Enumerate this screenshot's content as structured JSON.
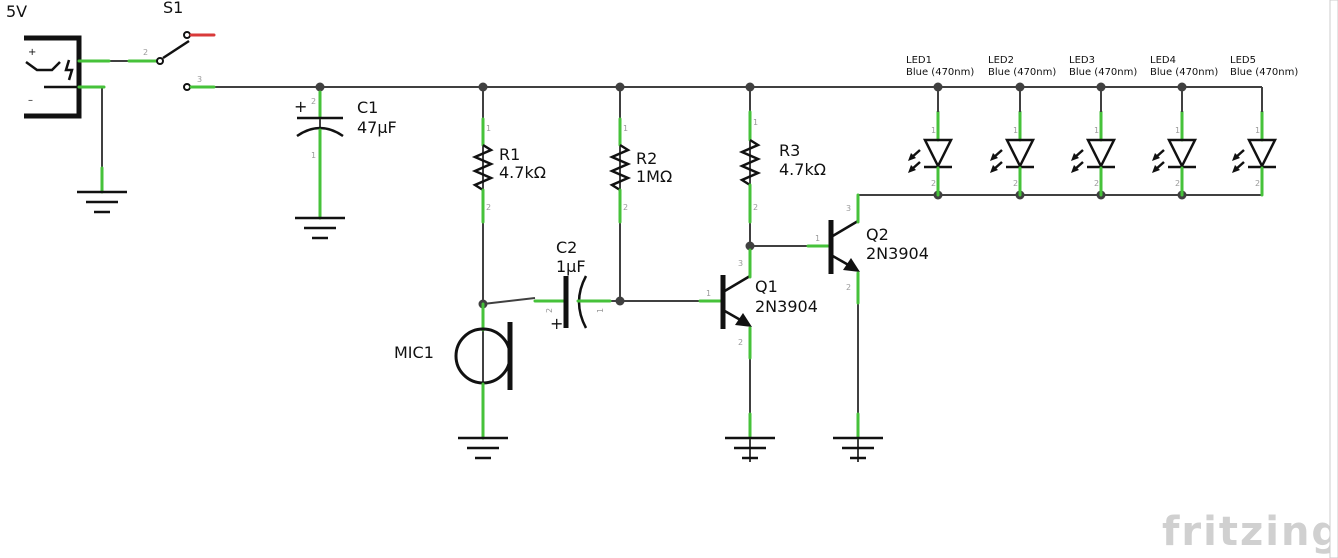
{
  "power": {
    "label": "5V",
    "plus": "+",
    "minus": "–"
  },
  "switch": {
    "label": "S1",
    "pin_a": "2",
    "pin_b": "3"
  },
  "c1": {
    "name": "C1",
    "value": "47µF",
    "plus": "+",
    "pin_top": "2",
    "pin_bottom": "1"
  },
  "r1": {
    "name": "R1",
    "value": "4.7kΩ",
    "pin_top": "1",
    "pin_bottom": "2"
  },
  "r2": {
    "name": "R2",
    "value": "1MΩ",
    "pin_top": "1",
    "pin_bottom": "2"
  },
  "r3": {
    "name": "R3",
    "value": "4.7kΩ",
    "pin_top": "1",
    "pin_bottom": "2"
  },
  "c2": {
    "name": "C2",
    "value": "1µF",
    "plus": "+",
    "pin_left": "2",
    "pin_right": "1"
  },
  "mic": {
    "name": "MIC1"
  },
  "q1": {
    "name": "Q1",
    "part": "2N3904",
    "pin_b": "1",
    "pin_c": "3",
    "pin_e": "2"
  },
  "q2": {
    "name": "Q2",
    "part": "2N3904",
    "pin_b": "1",
    "pin_c": "3",
    "pin_e": "2"
  },
  "leds": [
    {
      "name": "LED1",
      "desc": "Blue (470nm)"
    },
    {
      "name": "LED2",
      "desc": "Blue (470nm)"
    },
    {
      "name": "LED3",
      "desc": "Blue (470nm)"
    },
    {
      "name": "LED4",
      "desc": "Blue (470nm)"
    },
    {
      "name": "LED5",
      "desc": "Blue (470nm)"
    }
  ],
  "led_pins": {
    "anode": "1",
    "cathode": "2"
  },
  "watermark": "fritzing",
  "colors": {
    "wire": "#404040",
    "pin": "#46c23a",
    "switch_pin": "#d93a3a",
    "symbol": "#111111"
  }
}
